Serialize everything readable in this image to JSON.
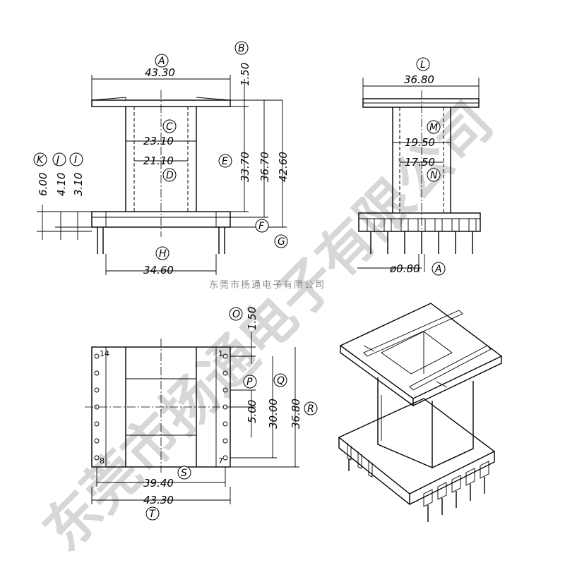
{
  "watermark": {
    "small_text": "东莞市扬通电子有限公司",
    "large_text": "东莞市扬通电子有限公司"
  },
  "front_view": {
    "dims": {
      "A": "43.30",
      "B": "1.50",
      "C": "23.10",
      "D": "21.10",
      "E": "33.70",
      "E2": "36.70",
      "G": "42.60",
      "K": "6.00",
      "J": "4.10",
      "I": "3.10",
      "H": "34.60"
    },
    "labels": [
      "A",
      "B",
      "C",
      "D",
      "E",
      "F",
      "G",
      "H",
      "I",
      "J",
      "K"
    ]
  },
  "side_view": {
    "dims": {
      "L": "36.80",
      "M": "19.50",
      "N": "17.50",
      "pin": "ø0.80"
    },
    "labels": [
      "L",
      "M",
      "N",
      "A"
    ]
  },
  "top_view": {
    "dims": {
      "O": "1.50",
      "P": "5.00",
      "Q": "30.00",
      "R": "36.80",
      "S": "39.40",
      "T": "43.30"
    },
    "labels": [
      "O",
      "P",
      "Q",
      "R",
      "S",
      "T"
    ],
    "pin_numbers": {
      "first_left": "14",
      "last_left": "8",
      "first_right": "1",
      "last_right": "7"
    }
  }
}
